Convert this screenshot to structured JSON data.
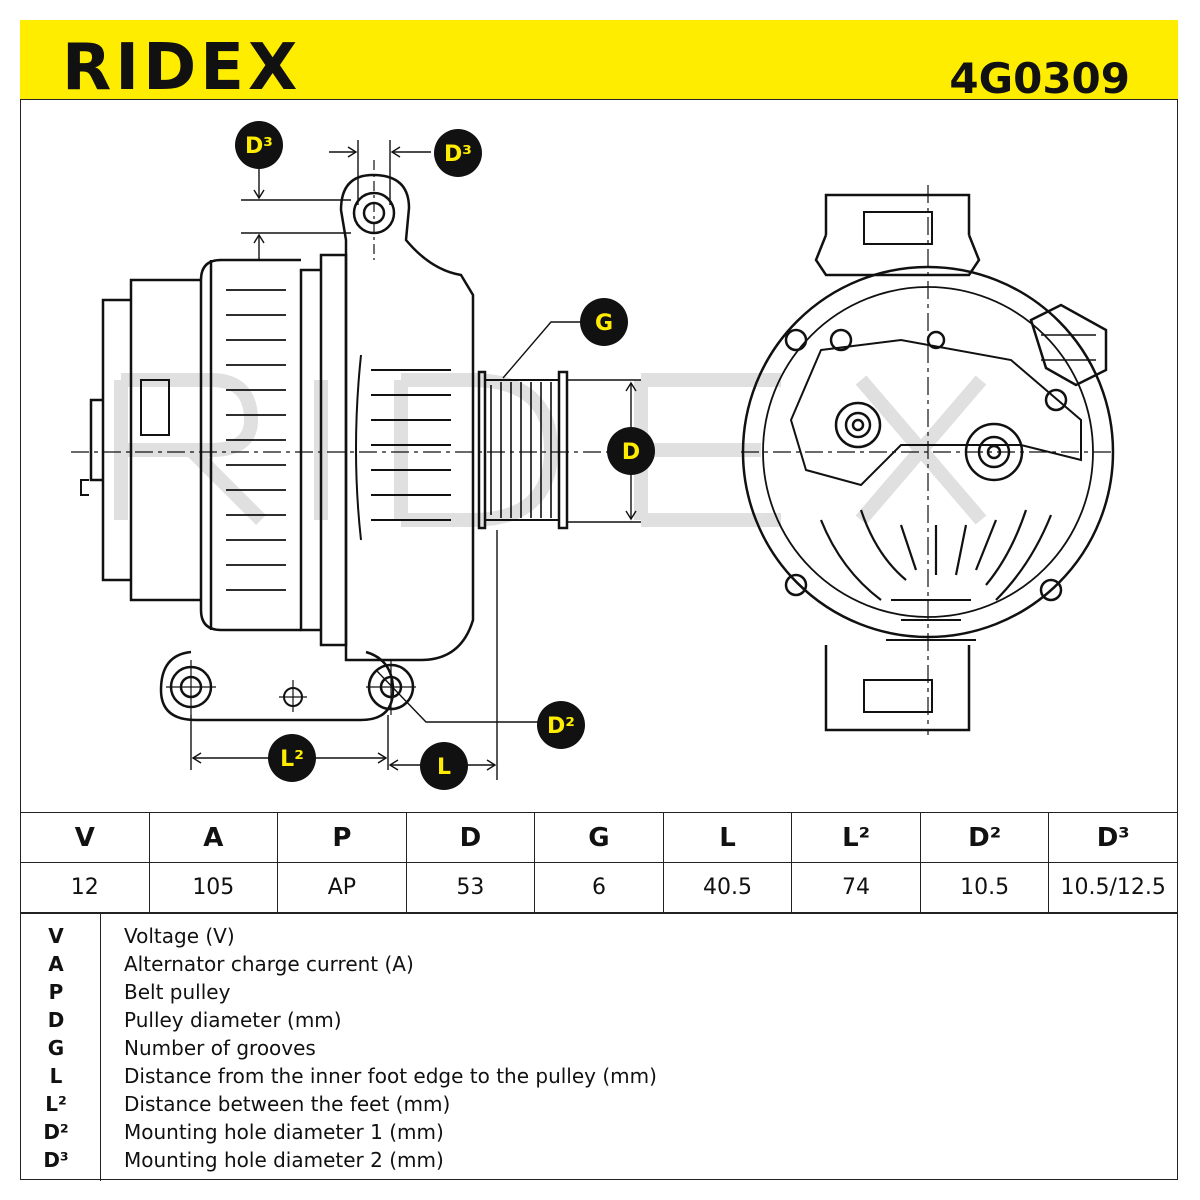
{
  "header": {
    "brand": "RIDEX",
    "part_number": "4G0309"
  },
  "drawing": {
    "labels": {
      "d3_top": "D³",
      "d3_right": "D³",
      "g": "G",
      "d": "D",
      "d2": "D²",
      "l2": "L²",
      "l": "L"
    },
    "colors": {
      "badge_fill": "#111111",
      "badge_text": "#ffed00",
      "header_yellow": "#ffed00"
    }
  },
  "spec_table": {
    "headers": [
      "V",
      "A",
      "P",
      "D",
      "G",
      "L",
      "L²",
      "D²",
      "D³"
    ],
    "values": [
      "12",
      "105",
      "AP",
      "53",
      "6",
      "40.5",
      "74",
      "10.5",
      "10.5/12.5"
    ]
  },
  "legend": [
    {
      "key": "V",
      "text": "Voltage (V)"
    },
    {
      "key": "A",
      "text": "Alternator charge current (A)"
    },
    {
      "key": "P",
      "text": "Belt pulley"
    },
    {
      "key": "D",
      "text": "Pulley diameter (mm)"
    },
    {
      "key": "G",
      "text": "Number of grooves"
    },
    {
      "key": "L",
      "text": "Distance from the inner foot edge to the pulley (mm)"
    },
    {
      "key": "L²",
      "text": "Distance between the feet (mm)"
    },
    {
      "key": "D²",
      "text": "Mounting hole diameter 1 (mm)"
    },
    {
      "key": "D³",
      "text": "Mounting hole diameter 2 (mm)"
    }
  ]
}
